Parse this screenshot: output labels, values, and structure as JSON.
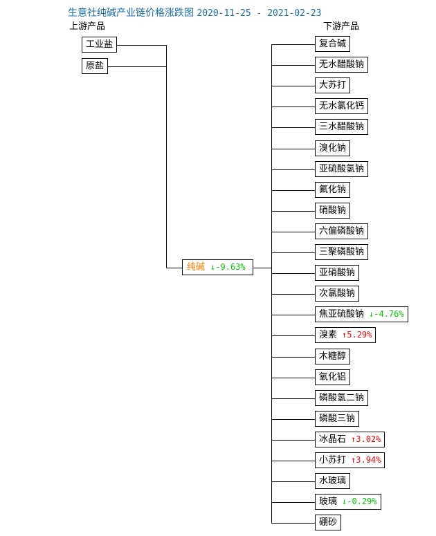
{
  "title": {
    "text": "生意社纯碱产业链价格涨跌图",
    "date_range": "2020-11-25 - 2021-02-23"
  },
  "colors": {
    "title": "#1a6fa8",
    "center_node_text": "#ff7e00",
    "up": "#ff0000",
    "down": "#00cc00",
    "border": "#000000",
    "background": "#ffffff"
  },
  "headers": {
    "upstream": "上游产品",
    "downstream": "下游产品"
  },
  "icons": {
    "up_arrow": "↑",
    "down_arrow": "↓"
  },
  "center": {
    "name": "纯碱",
    "change": "-9.63%",
    "direction": "down",
    "arrow": "↓"
  },
  "upstream": [
    {
      "name": "工业盐",
      "change": "",
      "direction": "none",
      "arrow": ""
    },
    {
      "name": "原盐",
      "change": "",
      "direction": "none",
      "arrow": ""
    }
  ],
  "downstream": [
    {
      "name": "复合碱",
      "change": "",
      "direction": "none",
      "arrow": ""
    },
    {
      "name": "无水醋酸钠",
      "change": "",
      "direction": "none",
      "arrow": ""
    },
    {
      "name": "大苏打",
      "change": "",
      "direction": "none",
      "arrow": ""
    },
    {
      "name": "无水氯化钙",
      "change": "",
      "direction": "none",
      "arrow": ""
    },
    {
      "name": "三水醋酸钠",
      "change": "",
      "direction": "none",
      "arrow": ""
    },
    {
      "name": "溴化钠",
      "change": "",
      "direction": "none",
      "arrow": ""
    },
    {
      "name": "亚硫酸氢钠",
      "change": "",
      "direction": "none",
      "arrow": ""
    },
    {
      "name": "氟化钠",
      "change": "",
      "direction": "none",
      "arrow": ""
    },
    {
      "name": "硝酸钠",
      "change": "",
      "direction": "none",
      "arrow": ""
    },
    {
      "name": "六偏磷酸钠",
      "change": "",
      "direction": "none",
      "arrow": ""
    },
    {
      "name": "三聚磷酸钠",
      "change": "",
      "direction": "none",
      "arrow": ""
    },
    {
      "name": "亚硝酸钠",
      "change": "",
      "direction": "none",
      "arrow": ""
    },
    {
      "name": "次氯酸钠",
      "change": "",
      "direction": "none",
      "arrow": ""
    },
    {
      "name": "焦亚硫酸钠",
      "change": "-4.76%",
      "direction": "down",
      "arrow": "↓"
    },
    {
      "name": "溴素",
      "change": "5.29%",
      "direction": "up",
      "arrow": "↑"
    },
    {
      "name": "木糖醇",
      "change": "",
      "direction": "none",
      "arrow": ""
    },
    {
      "name": "氧化铝",
      "change": "",
      "direction": "none",
      "arrow": ""
    },
    {
      "name": "磷酸氢二钠",
      "change": "",
      "direction": "none",
      "arrow": ""
    },
    {
      "name": "磷酸三钠",
      "change": "",
      "direction": "none",
      "arrow": ""
    },
    {
      "name": "冰晶石",
      "change": "3.02%",
      "direction": "up",
      "arrow": "↑"
    },
    {
      "name": "小苏打",
      "change": "3.94%",
      "direction": "up",
      "arrow": "↑"
    },
    {
      "name": "水玻璃",
      "change": "",
      "direction": "none",
      "arrow": ""
    },
    {
      "name": "玻璃",
      "change": "-0.29%",
      "direction": "down",
      "arrow": "↓"
    },
    {
      "name": "硼砂",
      "change": "",
      "direction": "none",
      "arrow": ""
    }
  ]
}
